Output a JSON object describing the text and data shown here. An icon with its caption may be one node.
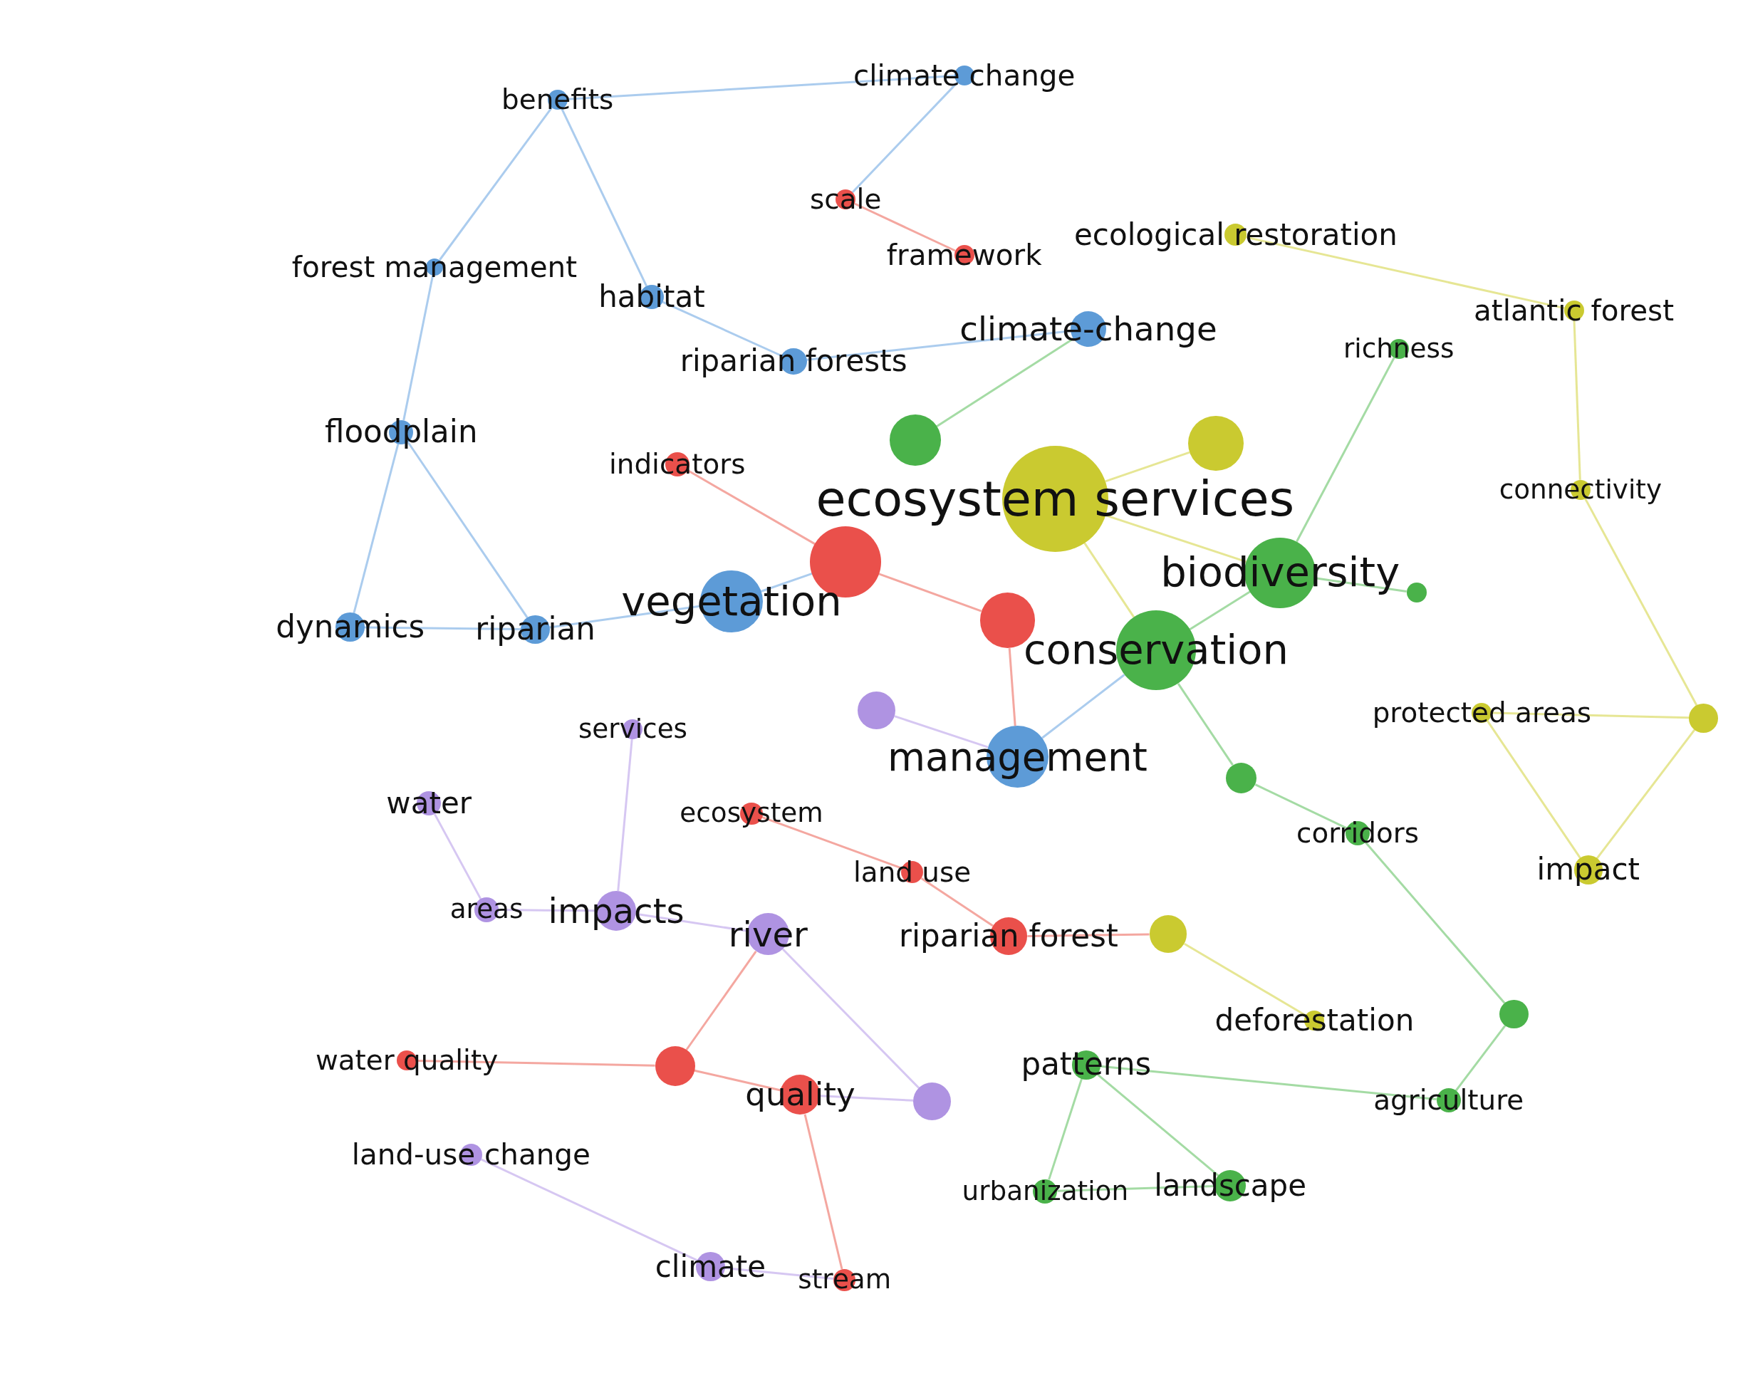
{
  "diagram": {
    "nodes": [
      {
        "text": [
          "climate change"
        ]
      },
      {
        "text": [
          "benefits"
        ]
      },
      {
        "text": [
          "scale"
        ]
      },
      {
        "text": [
          "framework"
        ]
      },
      {
        "text": [
          "ecological restoration"
        ]
      },
      {
        "text": [
          "forest management"
        ]
      },
      {
        "text": [
          "habitat"
        ]
      },
      {
        "text": [
          "atlantic forest"
        ]
      },
      {
        "text": [
          "climate-change"
        ]
      },
      {
        "text": [
          "richness"
        ]
      },
      {
        "text": [
          "riparian forests"
        ]
      },
      {
        "text": [
          "floodplain"
        ]
      },
      {
        "text": [],
        "shape": "circle"
      },
      {
        "text": [],
        "shape": "circle"
      },
      {
        "text": [
          "indicators"
        ]
      },
      {
        "text": [
          "connectivity"
        ]
      },
      {
        "text": [
          "ecosystem services"
        ]
      },
      {
        "text": [],
        "shape": "circle"
      },
      {
        "text": [
          "biodiversity"
        ]
      },
      {
        "text": [],
        "shape": "circle"
      },
      {
        "text": [
          "dynamics"
        ]
      },
      {
        "text": [
          "riparian"
        ]
      },
      {
        "text": [
          "vegetation"
        ]
      },
      {
        "text": [],
        "shape": "circle"
      },
      {
        "text": [
          "conservation"
        ]
      },
      {
        "text": [],
        "shape": "circle"
      },
      {
        "text": [
          "services"
        ]
      },
      {
        "text": [
          "protected areas"
        ]
      },
      {
        "text": [],
        "shape": "circle"
      },
      {
        "text": [
          "management"
        ]
      },
      {
        "text": [],
        "shape": "circle"
      },
      {
        "text": [
          "water"
        ]
      },
      {
        "text": [
          "ecosystem"
        ]
      },
      {
        "text": [
          "corridors"
        ]
      },
      {
        "text": [
          "land use"
        ]
      },
      {
        "text": [
          "impact"
        ]
      },
      {
        "text": [
          "areas"
        ]
      },
      {
        "text": [
          "impacts"
        ]
      },
      {
        "text": [
          "river"
        ]
      },
      {
        "text": [
          "riparian forest"
        ]
      },
      {
        "text": [],
        "shape": "circle"
      },
      {
        "text": [
          "deforestation"
        ]
      },
      {
        "text": [],
        "shape": "circle"
      },
      {
        "text": [
          "water quality"
        ]
      },
      {
        "text": [],
        "shape": "circle"
      },
      {
        "text": [
          "patterns"
        ]
      },
      {
        "text": [
          "quality"
        ]
      },
      {
        "text": [],
        "shape": "circle"
      },
      {
        "text": [
          "agriculture"
        ]
      },
      {
        "text": [
          "land-use change"
        ]
      },
      {
        "text": [
          "urbanization"
        ]
      },
      {
        "text": [
          "landscape"
        ]
      },
      {
        "text": [
          "climate"
        ]
      },
      {
        "text": [
          "stream"
        ]
      }
    ],
    "edges": [
      {
        "from": 0,
        "to": 1,
        "arrow": "none",
        "color": "#8fbbe8"
      },
      {
        "from": 1,
        "to": 5,
        "arrow": "none",
        "color": "#8fbbe8"
      },
      {
        "from": 5,
        "to": 11,
        "arrow": "none",
        "color": "#8fbbe8"
      },
      {
        "from": 11,
        "to": 20,
        "arrow": "none",
        "color": "#8fbbe8"
      },
      {
        "from": 20,
        "to": 21,
        "arrow": "none",
        "color": "#8fbbe8"
      },
      {
        "from": 1,
        "to": 6,
        "arrow": "none",
        "color": "#8fbbe8"
      },
      {
        "from": 6,
        "to": 10,
        "arrow": "none",
        "color": "#8fbbe8"
      },
      {
        "from": 0,
        "to": 2,
        "arrow": "none",
        "color": "#8fbbe8"
      },
      {
        "from": 21,
        "to": 22,
        "arrow": "none",
        "color": "#8fbbe8"
      },
      {
        "from": 11,
        "to": 21,
        "arrow": "none",
        "color": "#8fbbe8"
      },
      {
        "from": 8,
        "to": 10,
        "arrow": "none",
        "color": "#8fbbe8"
      },
      {
        "from": 12,
        "to": 8,
        "arrow": "none",
        "color": "#86cf86"
      },
      {
        "from": 2,
        "to": 3,
        "arrow": "none",
        "color": "#f08a80"
      },
      {
        "from": 14,
        "to": 17,
        "arrow": "none",
        "color": "#f08a80"
      },
      {
        "from": 17,
        "to": 23,
        "arrow": "none",
        "color": "#f08a80"
      },
      {
        "from": 32,
        "to": 34,
        "arrow": "none",
        "color": "#f08a80"
      },
      {
        "from": 34,
        "to": 39,
        "arrow": "none",
        "color": "#f08a80"
      },
      {
        "from": 44,
        "to": 46,
        "arrow": "none",
        "color": "#f08a80"
      },
      {
        "from": 46,
        "to": 53,
        "arrow": "none",
        "color": "#f08a80"
      },
      {
        "from": 43,
        "to": 44,
        "arrow": "none",
        "color": "#f08a80"
      },
      {
        "from": 18,
        "to": 24,
        "arrow": "none",
        "color": "#86cf86"
      },
      {
        "from": 9,
        "to": 18,
        "arrow": "none",
        "color": "#86cf86"
      },
      {
        "from": 18,
        "to": 19,
        "arrow": "none",
        "color": "#86cf86"
      },
      {
        "from": 24,
        "to": 30,
        "arrow": "none",
        "color": "#86cf86"
      },
      {
        "from": 30,
        "to": 33,
        "arrow": "none",
        "color": "#86cf86"
      },
      {
        "from": 33,
        "to": 42,
        "arrow": "none",
        "color": "#86cf86"
      },
      {
        "from": 42,
        "to": 48,
        "arrow": "none",
        "color": "#86cf86"
      },
      {
        "from": 45,
        "to": 50,
        "arrow": "none",
        "color": "#86cf86"
      },
      {
        "from": 45,
        "to": 51,
        "arrow": "none",
        "color": "#86cf86"
      },
      {
        "from": 50,
        "to": 51,
        "arrow": "none",
        "color": "#86cf86"
      },
      {
        "from": 45,
        "to": 48,
        "arrow": "none",
        "color": "#86cf86"
      },
      {
        "from": 4,
        "to": 7,
        "arrow": "none",
        "color": "#dede70"
      },
      {
        "from": 7,
        "to": 15,
        "arrow": "none",
        "color": "#dede70"
      },
      {
        "from": 15,
        "to": 28,
        "arrow": "none",
        "color": "#dede70"
      },
      {
        "from": 27,
        "to": 28,
        "arrow": "none",
        "color": "#dede70"
      },
      {
        "from": 35,
        "to": 28,
        "arrow": "none",
        "color": "#dede70"
      },
      {
        "from": 27,
        "to": 35,
        "arrow": "none",
        "color": "#dede70"
      },
      {
        "from": 40,
        "to": 41,
        "arrow": "none",
        "color": "#dede70"
      },
      {
        "from": 13,
        "to": 16,
        "arrow": "none",
        "color": "#dede70"
      },
      {
        "from": 16,
        "to": 24,
        "arrow": "none",
        "color": "#dede70"
      },
      {
        "from": 16,
        "to": 18,
        "arrow": "none",
        "color": "#dede70"
      },
      {
        "from": 36,
        "to": 37,
        "arrow": "none",
        "color": "#c8b4ee"
      },
      {
        "from": 31,
        "to": 36,
        "arrow": "none",
        "color": "#c8b4ee"
      },
      {
        "from": 37,
        "to": 38,
        "arrow": "none",
        "color": "#c8b4ee"
      },
      {
        "from": 49,
        "to": 52,
        "arrow": "none",
        "color": "#c8b4ee"
      },
      {
        "from": 52,
        "to": 53,
        "arrow": "none",
        "color": "#c8b4ee"
      },
      {
        "from": 26,
        "to": 37,
        "arrow": "none",
        "color": "#c8b4ee"
      },
      {
        "from": 38,
        "to": 47,
        "arrow": "none",
        "color": "#c8b4ee"
      },
      {
        "from": 25,
        "to": 29,
        "arrow": "none",
        "color": "#c8b4ee"
      },
      {
        "from": 47,
        "to": 46,
        "arrow": "none",
        "color": "#c8b4ee"
      },
      {
        "from": 22,
        "to": 17,
        "arrow": "none",
        "color": "#8fbbe8"
      },
      {
        "from": 29,
        "to": 24,
        "arrow": "none",
        "color": "#8fbbe8"
      },
      {
        "from": 23,
        "to": 29,
        "arrow": "none",
        "color": "#f08a80"
      },
      {
        "from": 39,
        "to": 40,
        "arrow": "none",
        "color": "#f08a80"
      },
      {
        "from": 44,
        "to": 38,
        "arrow": "none",
        "color": "#f08a80"
      }
    ]
  }
}
